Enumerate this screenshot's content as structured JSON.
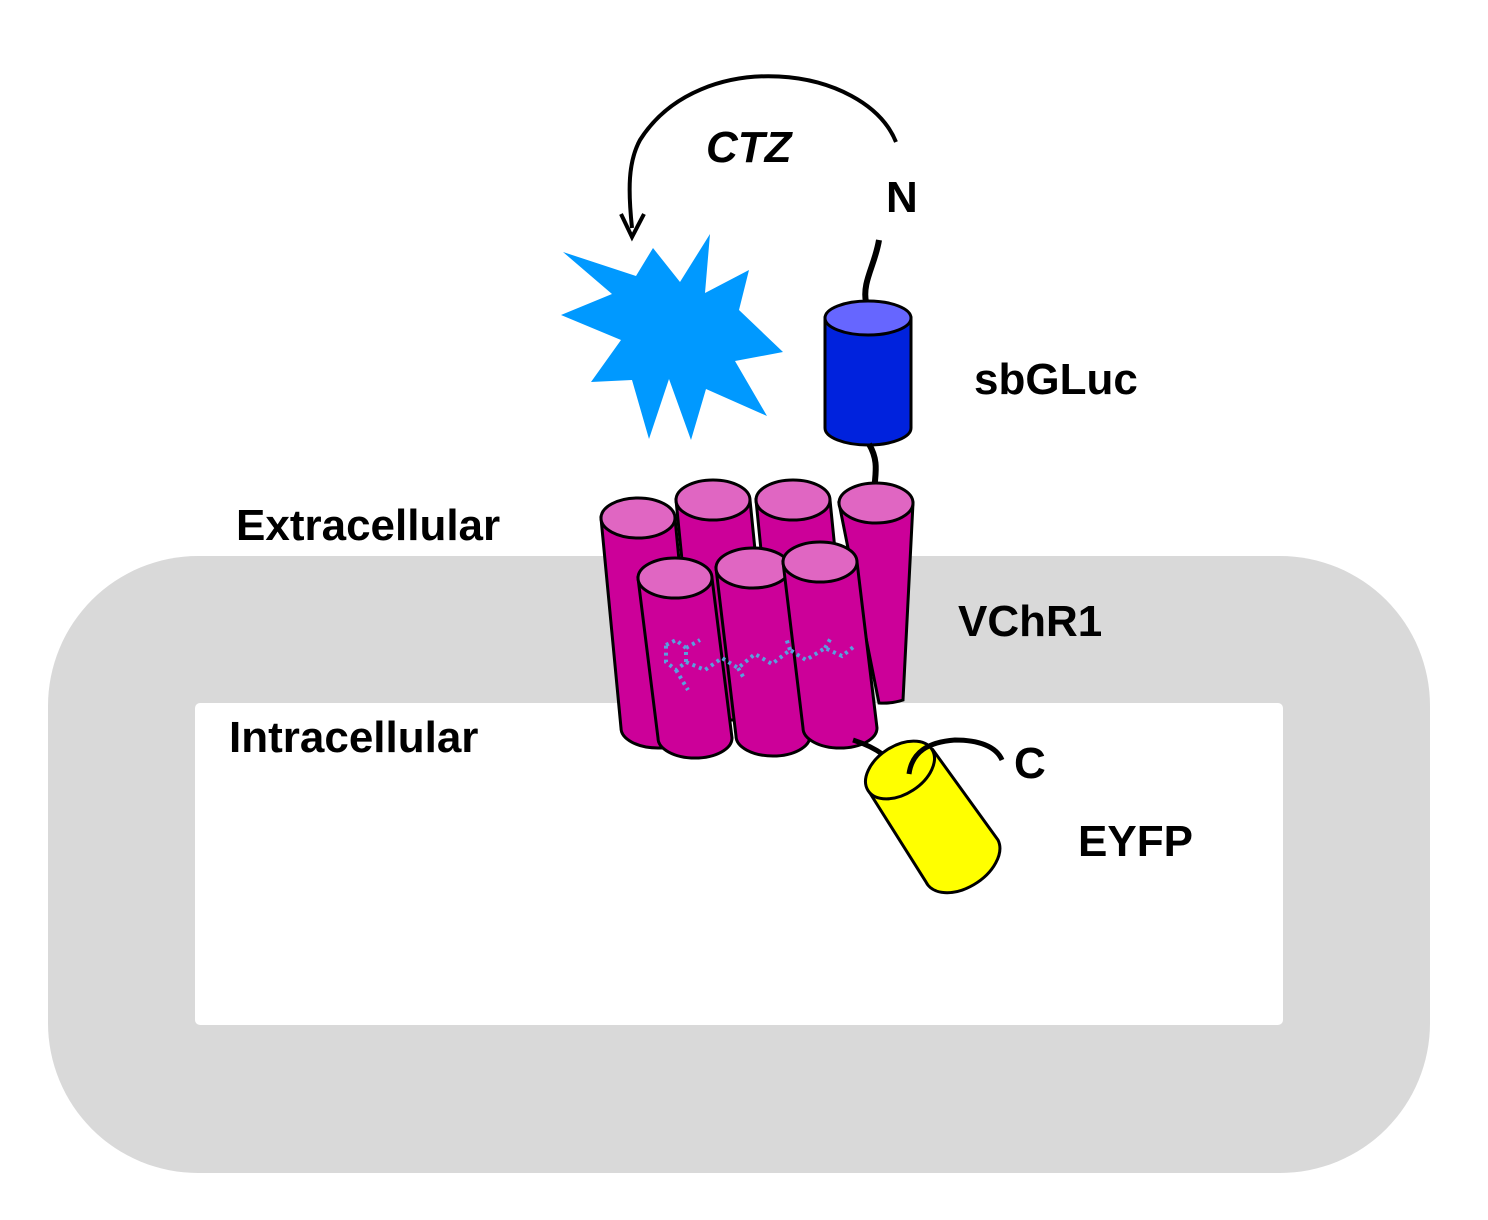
{
  "labels": {
    "ctz": "CTZ",
    "n_terminus": "N",
    "sbgluc": "sbGLuc",
    "extracellular": "Extracellular",
    "vchr1": "VChR1",
    "intracellular": "Intracellular",
    "c_terminus": "C",
    "eyfp": "EYFP"
  },
  "colors": {
    "membrane": "#d9d9d9",
    "cytoplasm": "#ffffff",
    "light_burst": "#0099ff",
    "sbgluc_body": "#0022dd",
    "sbgluc_top": "#6666ff",
    "vchr1_body": "#cc0099",
    "vchr1_top": "#e066c2",
    "retinal": "#5aa0dd",
    "eyfp_body": "#ffff00",
    "outline": "#000000"
  }
}
